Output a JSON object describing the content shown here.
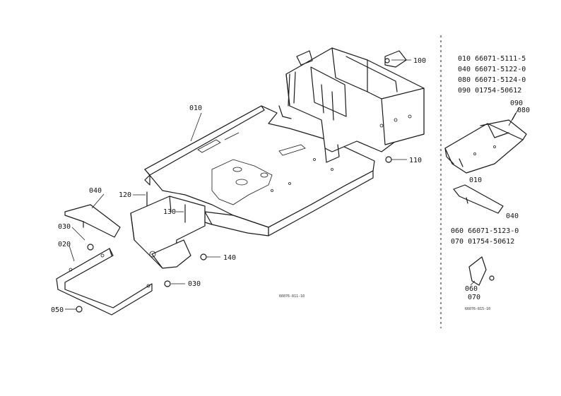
{
  "callouts": {
    "c010": "010",
    "c040": "040",
    "c120": "120",
    "c130": "130",
    "c030a": "030",
    "c020": "020",
    "c050": "050",
    "c030b": "030",
    "c140": "140",
    "c100": "100",
    "c110": "110",
    "c090": "090",
    "c080": "080",
    "c010r": "010",
    "c040r": "040",
    "c060": "060",
    "c070": "070"
  },
  "parts_list_top": [
    "010 66071-5111-5",
    "040 66071-5122-0",
    "080 66071-5124-0",
    "090 01754-50612"
  ],
  "parts_list_bottom": [
    "060 66071-5123-0",
    "070 01754-50612"
  ],
  "drawing_numbers": {
    "main": "66076-811-10",
    "right": "66076-815-10"
  }
}
